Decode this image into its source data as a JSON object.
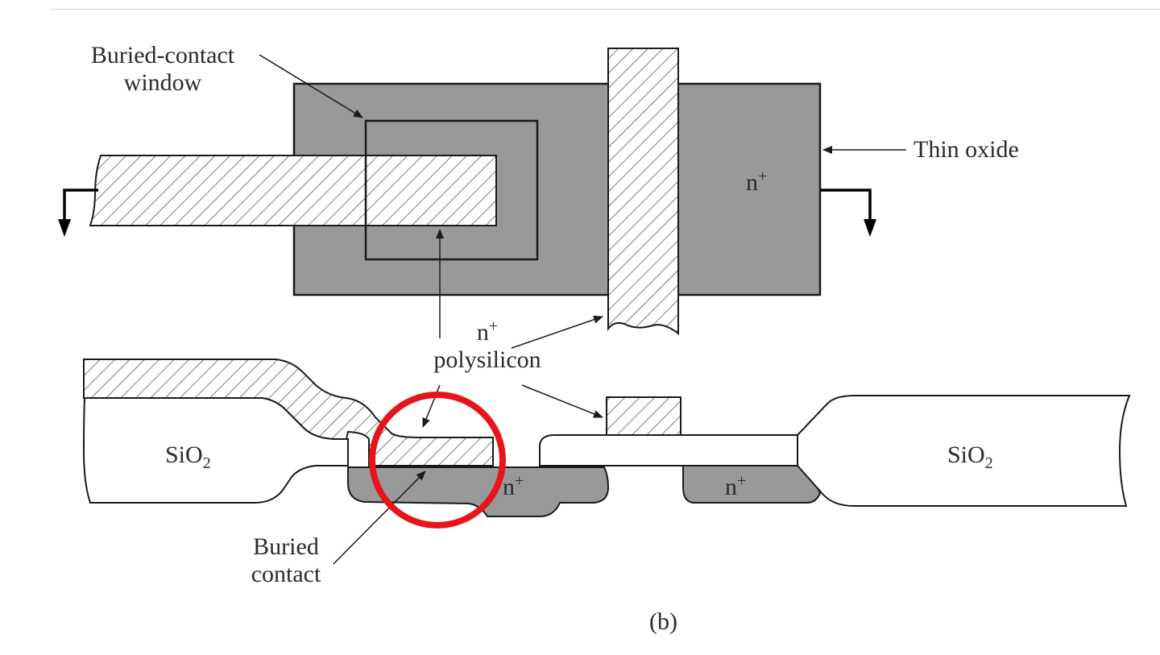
{
  "diagram": {
    "labels": {
      "buried_contact_window_line1": "Buried-contact",
      "buried_contact_window_line2": "window",
      "thin_oxide": "Thin oxide",
      "n_plus_top": "n",
      "n_plus_poly": "n",
      "polysilicon": "polysilicon",
      "sio2_left": "SiO",
      "sio2_right": "SiO",
      "n_plus_diff_left": "n",
      "n_plus_diff_right": "n",
      "buried_contact_line1": "Buried",
      "buried_contact_line2": "contact",
      "caption": "(b)",
      "superscript_plus": "+",
      "subscript_2": "2"
    },
    "colors": {
      "diffusion_fill": "#999999",
      "outline": "#1a1a1a",
      "hatch": "#444444",
      "highlight_circle": "#e8141c"
    }
  }
}
